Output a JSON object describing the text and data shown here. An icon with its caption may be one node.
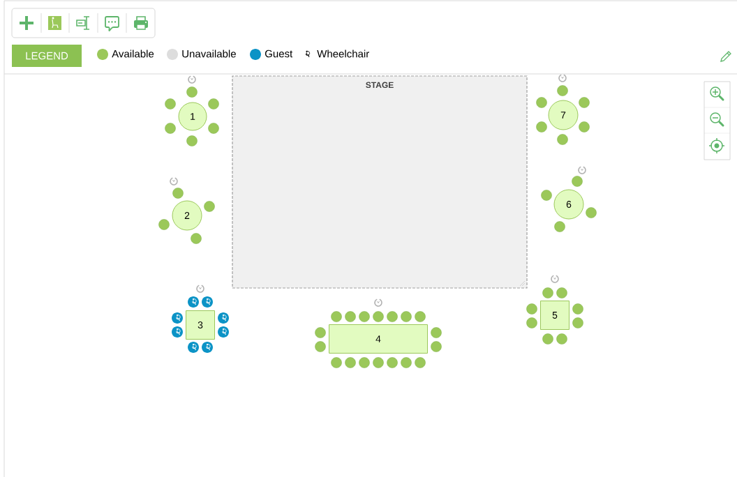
{
  "diagram": {
    "nodes": [
      {
        "text": [
          "STAGE"
        ]
      },
      {
        "text": [
          "1"
        ]
      },
      {
        "text": [
          "2"
        ]
      },
      {
        "text": [
          "3"
        ]
      },
      {
        "text": [
          "4"
        ]
      },
      {
        "text": [
          "5"
        ]
      },
      {
        "text": [
          "6"
        ]
      },
      {
        "text": [
          "7"
        ]
      }
    ],
    "labels": [
      "LEGEND"
    ],
    "legend": [
      {
        "text": "Available",
        "color": "#9bc85a"
      },
      {
        "text": "Unavailable",
        "color": "#dddddd"
      },
      {
        "text": "Guest",
        "color": "#0b93c6"
      },
      {
        "text": "Wheelchair"
      }
    ]
  }
}
